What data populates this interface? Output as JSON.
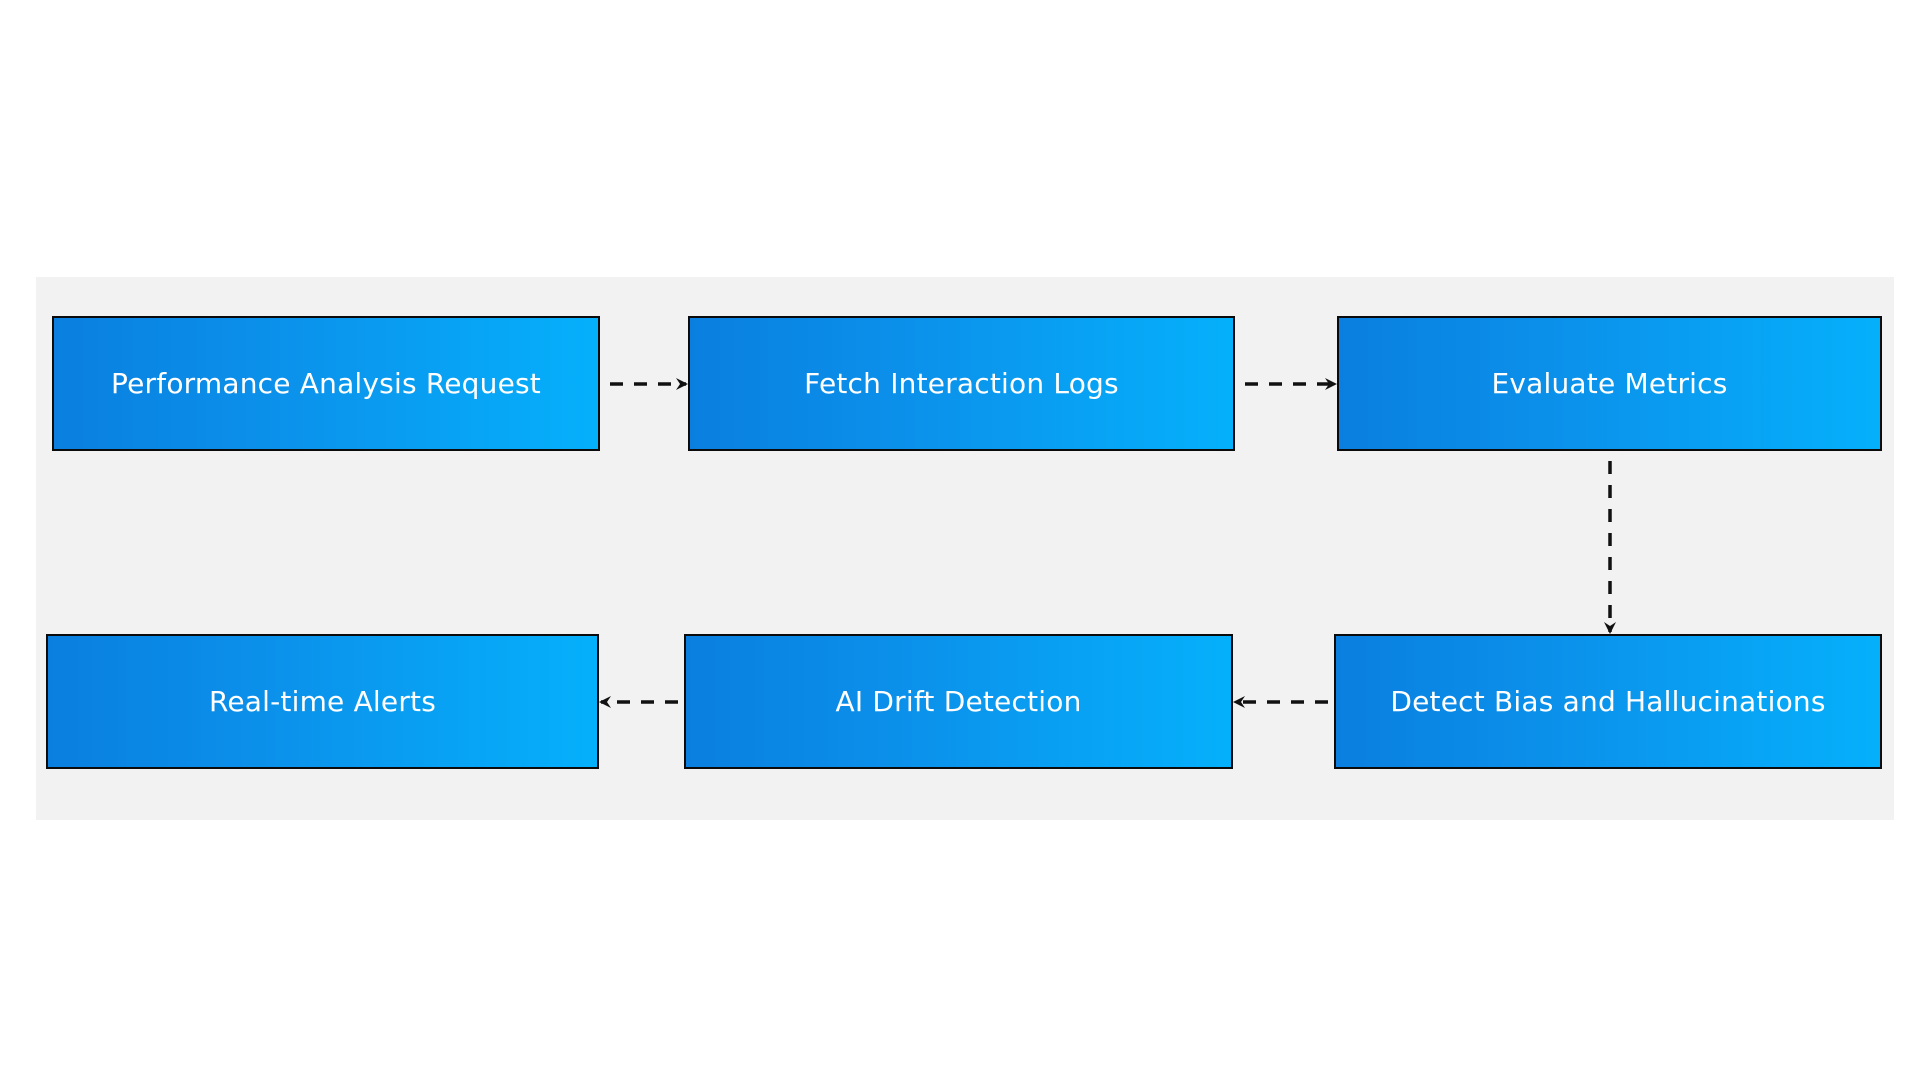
{
  "nodes": {
    "performance_analysis_request": "Performance Analysis Request",
    "fetch_interaction_logs": "Fetch Interaction Logs",
    "evaluate_metrics": "Evaluate Metrics",
    "detect_bias": "Detect Bias and Hallucinations",
    "ai_drift_detection": "AI Drift Detection",
    "realtime_alerts": "Real-time Alerts"
  },
  "edges": [
    {
      "from": "performance_analysis_request",
      "to": "fetch_interaction_logs",
      "style": "dashed"
    },
    {
      "from": "fetch_interaction_logs",
      "to": "evaluate_metrics",
      "style": "dashed"
    },
    {
      "from": "evaluate_metrics",
      "to": "detect_bias",
      "style": "dashed"
    },
    {
      "from": "detect_bias",
      "to": "ai_drift_detection",
      "style": "dashed"
    },
    {
      "from": "ai_drift_detection",
      "to": "realtime_alerts",
      "style": "dashed"
    }
  ],
  "colors": {
    "node_gradient_start": "#0a7fe0",
    "node_gradient_end": "#05b0fb",
    "node_border": "#0b0b0b",
    "node_text": "#ffffff",
    "edge": "#111111",
    "panel_background": "#f2f2f2"
  }
}
